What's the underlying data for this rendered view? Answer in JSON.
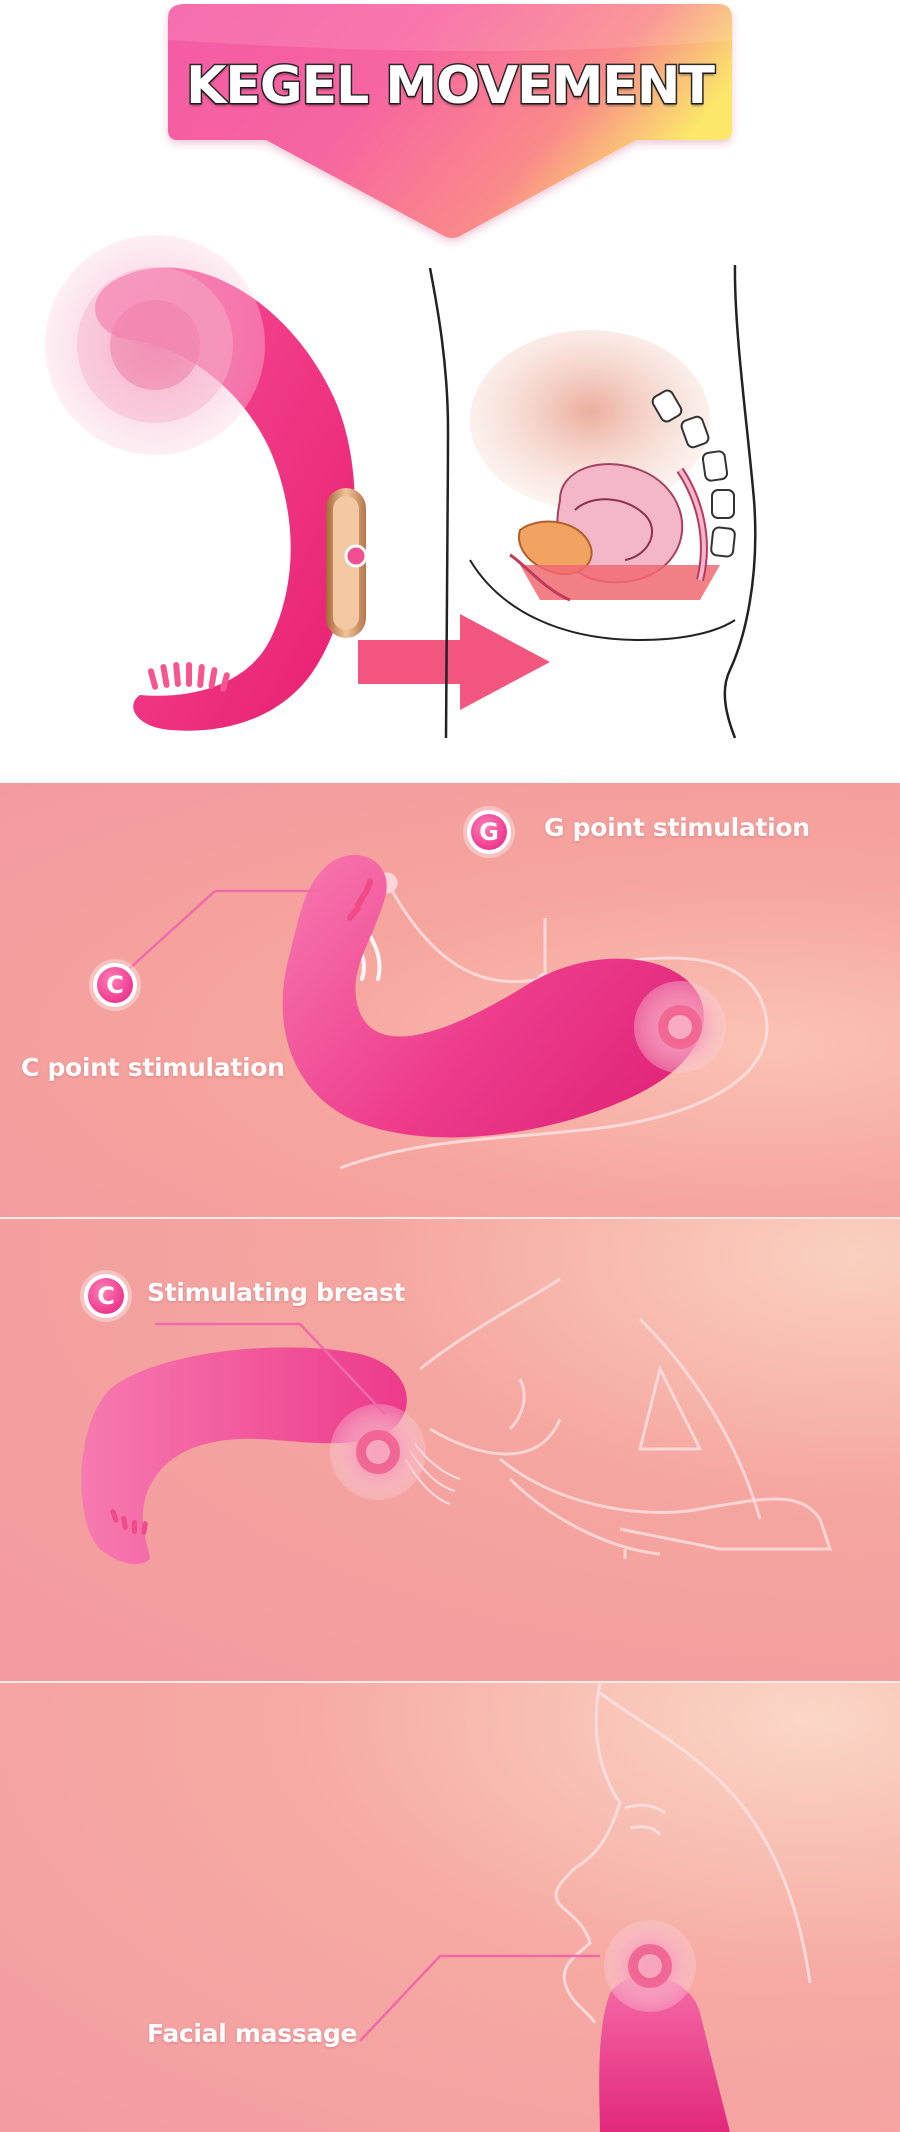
{
  "banner": {
    "title": "KEGEL MOVEMENT"
  },
  "g_point": {
    "badge": "G",
    "label": "G point stimulation"
  },
  "c_point": {
    "badge": "C",
    "label": "C point stimulation"
  },
  "breast": {
    "badge": "C",
    "label": "Stimulating breast"
  },
  "face": {
    "label": "Facial massage"
  },
  "colors": {
    "product_pink": "#ec2f8a",
    "background_pink": "#f5a6a0",
    "arrow_pink": "#f2567e",
    "banner_yellow": "#fbe86a"
  }
}
